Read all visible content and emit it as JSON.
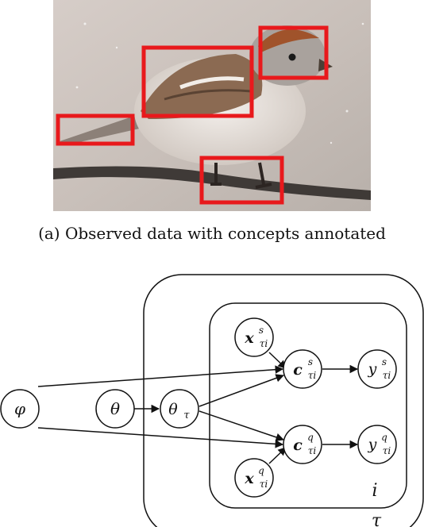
{
  "caption": "(a) Observed data with concepts annotated",
  "colors": {
    "annotation_box": "#e8191c",
    "stroke": "#111111",
    "background": "#ffffff"
  },
  "photo": {
    "subject": "sparrow perched on a branch",
    "annotation_boxes": [
      "head",
      "wing",
      "tail",
      "feet"
    ]
  },
  "graph": {
    "nodes": {
      "phi": "φ",
      "theta": "θ",
      "theta_tau": "θ",
      "theta_tau_sub": "τ",
      "x_s": "x",
      "x_s_sup": "s",
      "x_s_sub": "τi",
      "c_s": "c",
      "c_s_sup": "s",
      "c_s_sub": "τi",
      "y_s": "y",
      "y_s_sup": "s",
      "y_s_sub": "τi",
      "x_q": "x",
      "x_q_sup": "q",
      "x_q_sub": "τi",
      "c_q": "c",
      "c_q_sup": "q",
      "c_q_sub": "τi",
      "y_q": "y",
      "y_q_sup": "q",
      "y_q_sub": "τi"
    },
    "plates": {
      "inner_label": "i",
      "outer_label": "τ"
    }
  }
}
